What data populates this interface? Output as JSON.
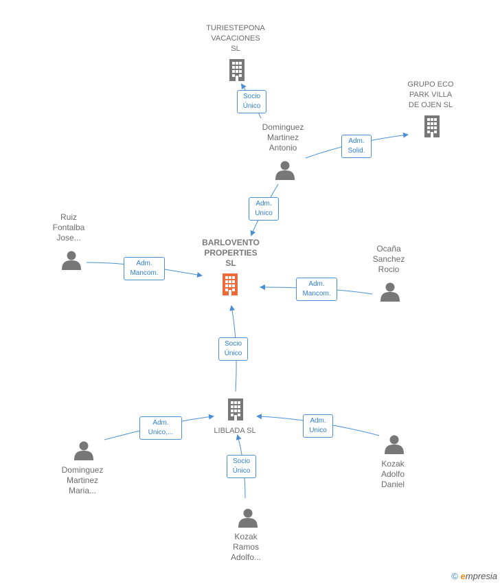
{
  "colors": {
    "edge": "#4a8fd6",
    "icon": "#777777",
    "main_icon": "#ef6a3a"
  },
  "nodes": {
    "turiestepona": {
      "label": "TURIESTEPONA\nVACACIONES\nSL",
      "icon": "building-icon"
    },
    "grupo_eco": {
      "label": "GRUPO ECO\nPARK VILLA\nDE OJEN  SL",
      "icon": "building-icon"
    },
    "dominguez_antonio": {
      "label": "Dominguez\nMartinez\nAntonio",
      "icon": "person-icon"
    },
    "ruiz": {
      "label": "Ruiz\nFontalba\nJose...",
      "icon": "person-icon"
    },
    "barlovento": {
      "label": "BARLOVENTO\nPROPERTIES\nSL",
      "icon": "building-icon"
    },
    "ocana": {
      "label": "Ocaña\nSanchez\nRocio",
      "icon": "person-icon"
    },
    "liblada": {
      "label": "LIBLADA SL",
      "icon": "building-icon"
    },
    "dominguez_maria": {
      "label": "Dominguez\nMartinez\nMaria...",
      "icon": "person-icon"
    },
    "kozak_daniel": {
      "label": "Kozak\nAdolfo\nDaniel",
      "icon": "person-icon"
    },
    "kozak_ramos": {
      "label": "Kozak\nRamos\nAdolfo...",
      "icon": "person-icon"
    }
  },
  "edges": {
    "e1": "Socio\nÚnico",
    "e2": "Adm.\nSolid.",
    "e3": "Adm.\nUnico",
    "e4": "Adm.\nMancom.",
    "e5": "Adm.\nMancom.",
    "e6": "Socio\nÚnico",
    "e7": "Adm.\nUnico,...",
    "e8": "Adm.\nUnico",
    "e9": "Socio\nÚnico"
  },
  "footer": {
    "copyright": "©",
    "brand_e": "e",
    "brand_rest": "mpresia"
  }
}
